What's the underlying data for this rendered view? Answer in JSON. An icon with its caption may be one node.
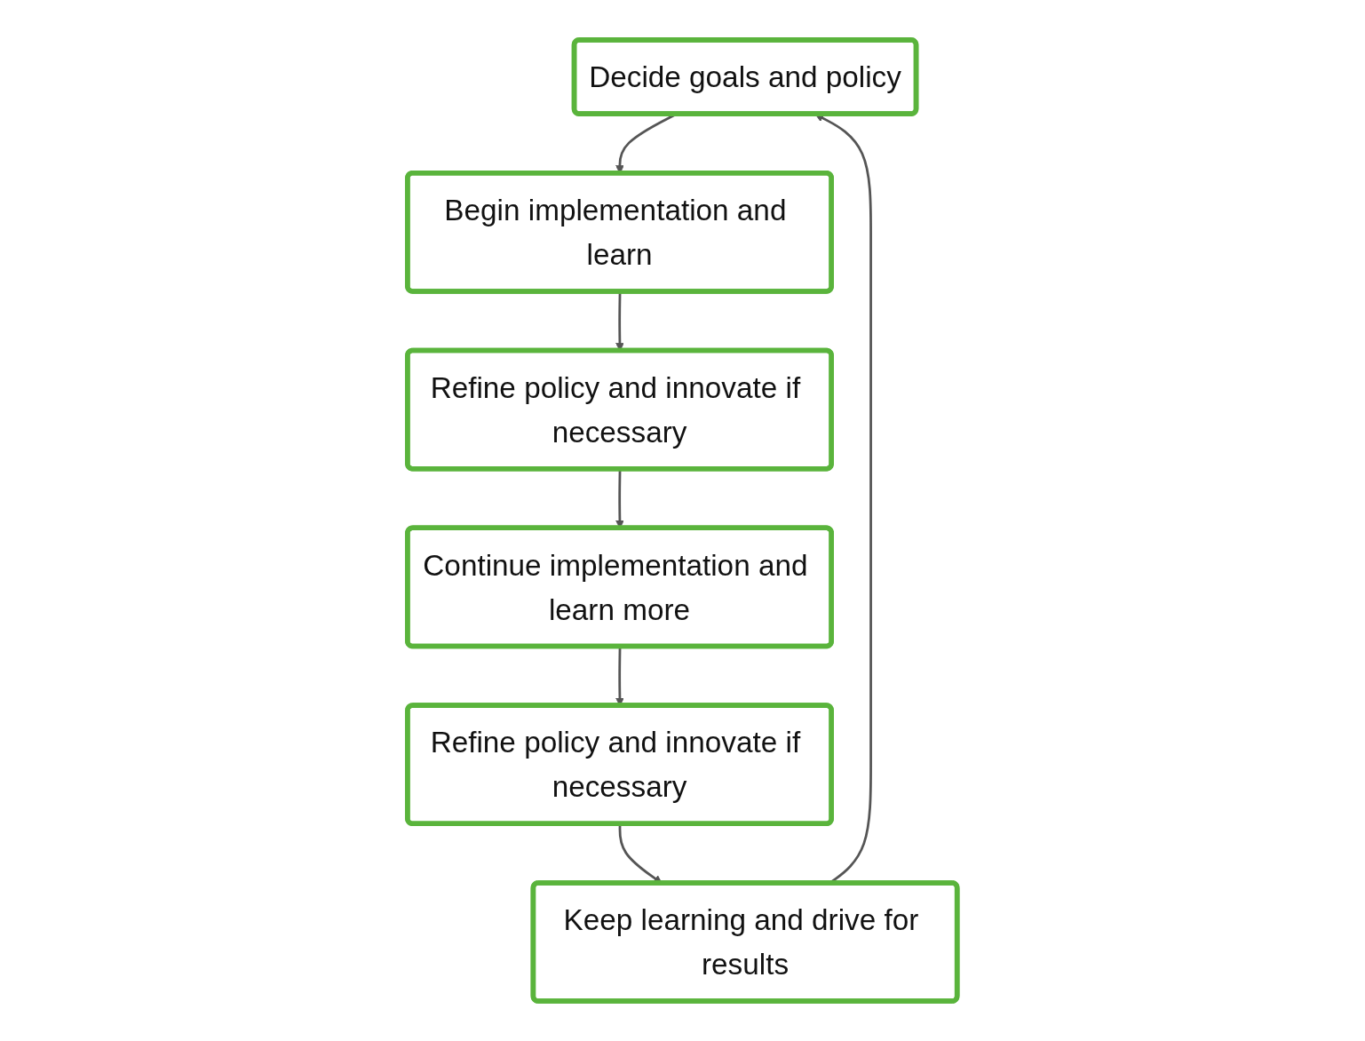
{
  "diagram": {
    "nodes": [
      {
        "text": [
          "Decide goals and policy"
        ]
      },
      {
        "text": [
          "Begin implementation and learn"
        ]
      },
      {
        "text": [
          "Refine policy and innovate if necessary"
        ]
      },
      {
        "text": [
          "Continue implementation and learn more"
        ]
      },
      {
        "text": [
          "Refine policy and innovate if necessary"
        ]
      },
      {
        "text": [
          "Keep learning and drive for results"
        ]
      }
    ],
    "edges": [
      {
        "from": 0,
        "to": 1,
        "arrow": "to"
      },
      {
        "from": 1,
        "to": 2,
        "arrow": "to"
      },
      {
        "from": 2,
        "to": 3,
        "arrow": "to"
      },
      {
        "from": 3,
        "to": 4,
        "arrow": "to"
      },
      {
        "from": 4,
        "to": 5,
        "arrow": "to"
      },
      {
        "from": 5,
        "to": 0,
        "arrow": "to"
      }
    ]
  }
}
